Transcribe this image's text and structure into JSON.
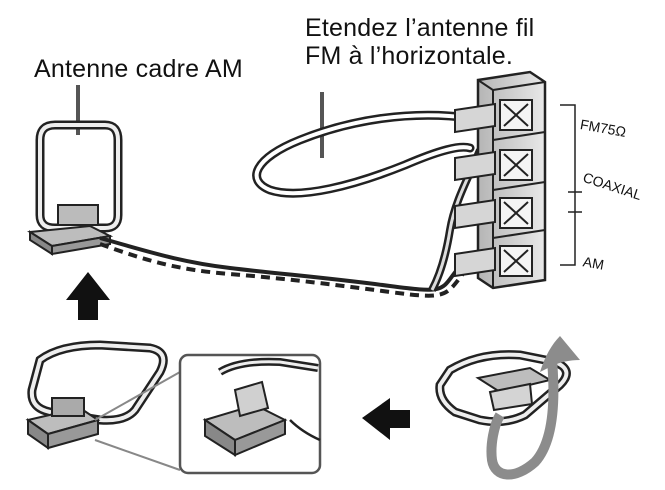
{
  "labels": {
    "am_loop_antenna": "Antenne cadre AM",
    "fm_instruction_line1": "Etendez l’antenne fil",
    "fm_instruction_line2": "FM à l’horizontale.",
    "terminal_fm": "FM75Ω",
    "terminal_coaxial": "COAXIAL",
    "terminal_am": "AM"
  },
  "colors": {
    "line": "#222222",
    "fill_light": "#f2f2f2",
    "fill_mid": "#c8c8c8",
    "fill_dark": "#8a8a8a",
    "arrow": "#111111"
  }
}
